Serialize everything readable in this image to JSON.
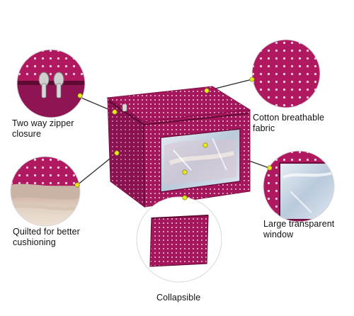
{
  "features": {
    "zipper": {
      "line1": "Two way zipper",
      "line2": "closure",
      "icon": "zipper-detail-icon"
    },
    "fabric": {
      "line1": "Cotton breathable",
      "line2": "fabric",
      "icon": "fabric-texture-icon"
    },
    "quilted": {
      "line1": "Quilted for better",
      "line2": "cushioning",
      "icon": "quilted-layers-icon"
    },
    "window": {
      "line1": "Large transparent",
      "line2": "window",
      "icon": "transparent-window-icon"
    },
    "collapsible": {
      "line1": "Collapsible",
      "icon": "folded-bag-icon"
    }
  },
  "colors": {
    "fabric": "#a5175d",
    "fabric_dark": "#7e0f45",
    "dot": "#f3c6da",
    "callout_line": "#2a2a2a",
    "callout_dot": "#e6ea1c",
    "window_tint": "#c7d6e6"
  }
}
